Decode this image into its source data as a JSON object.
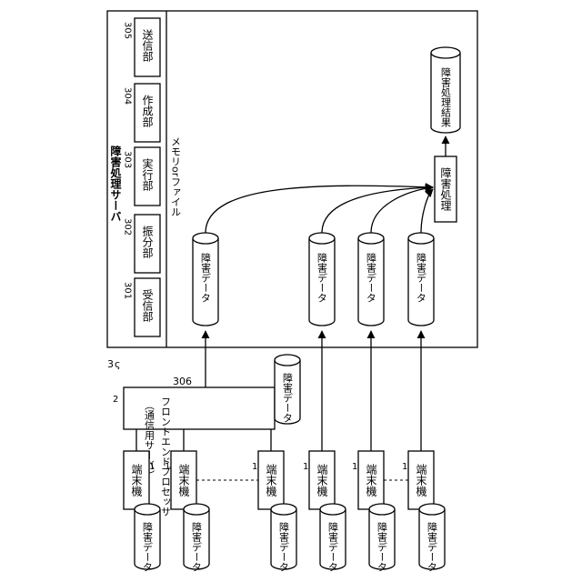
{
  "figure": {
    "server_title": "障害処理サーバ",
    "memory_label": "メモリorファイル",
    "units": [
      {
        "label": "受信部",
        "ref": "301"
      },
      {
        "label": "振分部",
        "ref": "302"
      },
      {
        "label": "実行部",
        "ref": "303"
      },
      {
        "label": "作成部",
        "ref": "304"
      },
      {
        "label": "送信部",
        "ref": "305"
      }
    ],
    "fault_data": "障害データ",
    "fault_processing": "障害処理",
    "fault_result": "障害処理結果",
    "terminal": "端末機",
    "fep_line1": "フロントエンドプロセッサ",
    "fep_line2": "（通信用サーバ）",
    "ref_server": "3",
    "ref_fep": "2",
    "ref_terminal": "1",
    "ref_line": "306",
    "ref_arrow": "ς"
  }
}
